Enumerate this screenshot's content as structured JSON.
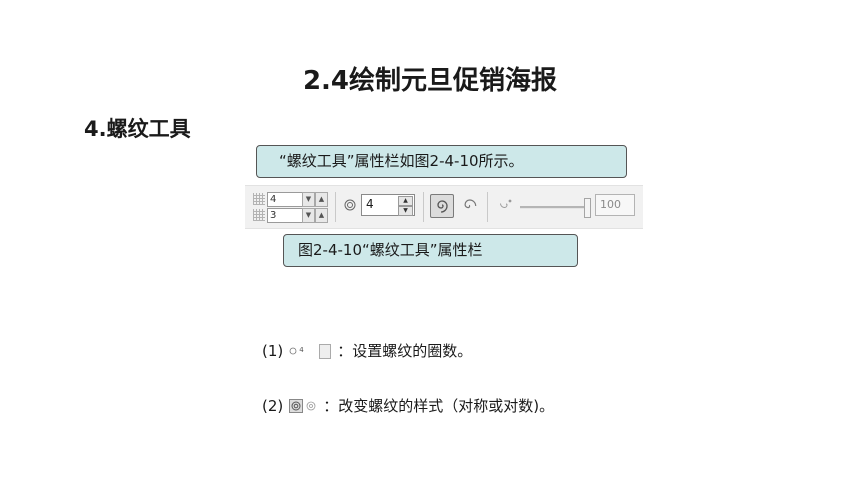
{
  "title": "2.4绘制元旦促销海报",
  "heading": "4.螺纹工具",
  "callout_top": "“螺纹工具”属性栏如图2-4-10所示。",
  "caption": "图2-4-10“螺纹工具”属性栏",
  "toolbar": {
    "objects_h": "4",
    "objects_v": "3",
    "revolutions": "4",
    "expansion": "100",
    "icons": {
      "grid": "grid-icon",
      "revolutions": "spiral-revolutions-icon",
      "symmetric": "symmetric-spiral-icon",
      "logarithmic": "logarithmic-spiral-icon",
      "expansion": "expansion-icon"
    },
    "arrow_up": "▲",
    "arrow_down": "▼"
  },
  "items": [
    {
      "prefix": "(1)",
      "mini_value": "4",
      "text": "：设置螺纹的圈数。"
    },
    {
      "prefix": "(2)",
      "text": "：改变螺纹的样式（对称或对数)。"
    }
  ],
  "colors": {
    "callout_bg": "#cde8e9",
    "toolbar_bg": "#f1f1f1"
  }
}
